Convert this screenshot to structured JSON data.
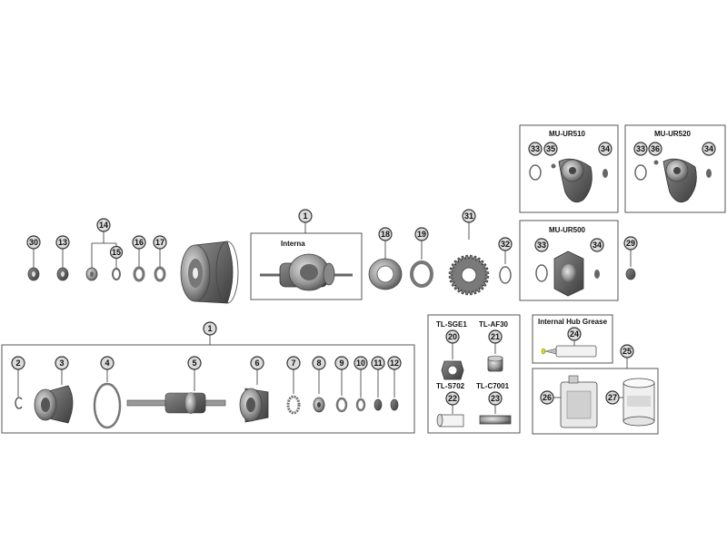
{
  "callouts": [
    {
      "id": "c30",
      "text": "30"
    },
    {
      "id": "c13",
      "text": "13"
    },
    {
      "id": "c14",
      "text": "14"
    },
    {
      "id": "c15",
      "text": "15"
    },
    {
      "id": "c16",
      "text": "16"
    },
    {
      "id": "c17",
      "text": "17"
    },
    {
      "id": "c1a",
      "text": "1"
    },
    {
      "id": "c18",
      "text": "18"
    },
    {
      "id": "c19",
      "text": "19"
    },
    {
      "id": "c31",
      "text": "31"
    },
    {
      "id": "c32",
      "text": "32"
    },
    {
      "id": "c29",
      "text": "29"
    },
    {
      "id": "c33a",
      "text": "33"
    },
    {
      "id": "c35",
      "text": "35"
    },
    {
      "id": "c34a",
      "text": "34"
    },
    {
      "id": "c33b",
      "text": "33"
    },
    {
      "id": "c36",
      "text": "36"
    },
    {
      "id": "c34b",
      "text": "34"
    },
    {
      "id": "c33c",
      "text": "33"
    },
    {
      "id": "c34c",
      "text": "34"
    },
    {
      "id": "c1b",
      "text": "1"
    },
    {
      "id": "c2",
      "text": "2"
    },
    {
      "id": "c3",
      "text": "3"
    },
    {
      "id": "c4",
      "text": "4"
    },
    {
      "id": "c5",
      "text": "5"
    },
    {
      "id": "c6",
      "text": "6"
    },
    {
      "id": "c7",
      "text": "7"
    },
    {
      "id": "c8",
      "text": "8"
    },
    {
      "id": "c9",
      "text": "9"
    },
    {
      "id": "c10",
      "text": "10"
    },
    {
      "id": "c11",
      "text": "11"
    },
    {
      "id": "c12",
      "text": "12"
    },
    {
      "id": "c20",
      "text": "20"
    },
    {
      "id": "c21",
      "text": "21"
    },
    {
      "id": "c22",
      "text": "22"
    },
    {
      "id": "c23",
      "text": "23"
    },
    {
      "id": "c24",
      "text": "24"
    },
    {
      "id": "c25",
      "text": "25"
    },
    {
      "id": "c26",
      "text": "26"
    },
    {
      "id": "c27",
      "text": "27"
    }
  ],
  "labels": {
    "internal_box": "Interna",
    "mu_ur510": "MU-UR510",
    "mu_ur520": "MU-UR520",
    "mu_ur500": "MU-UR500",
    "tl_sge1": "TL-SGE1",
    "tl_af30": "TL-AF30",
    "tl_s702": "TL-S702",
    "tl_c7001": "TL-C7001",
    "grease": "Internal Hub Grease"
  }
}
